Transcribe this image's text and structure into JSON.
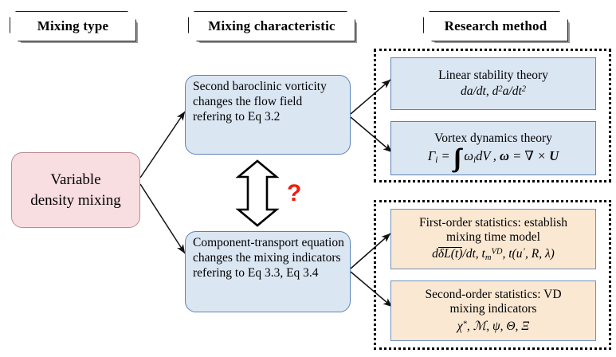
{
  "diagram": {
    "title": "Variable density mixing research framework",
    "colors": {
      "pink": "#f8dde1",
      "blue": "#dbe6f3",
      "peach": "#fbe8d3",
      "border_blue": "#5b82b5",
      "question_red": "#ef1c10",
      "frame_black": "#000000"
    }
  },
  "headers": [
    {
      "label": "Mixing type"
    },
    {
      "label": "Mixing characteristic"
    },
    {
      "label": "Research method"
    }
  ],
  "root": {
    "line1": "Variable",
    "line2": "density mixing"
  },
  "characteristics": [
    {
      "text": "Second baroclinic vorticity  changes the flow field refering to Eq 3.2"
    },
    {
      "text": "Component-transport equation changes the mixing indicators refering to Eq 3.3, Eq 3.4"
    }
  ],
  "link": {
    "symbol": "double-headed-vertical-arrow",
    "question_mark": "?"
  },
  "methods": {
    "group_top": [
      {
        "title": "Linear stability theory",
        "formula_plain": "da/dt, d2a/dt2"
      },
      {
        "title": "Vortex dynamics theory",
        "formula_plain": "Γi = ∭ ωi dV , ω = ∇ × U"
      }
    ],
    "group_bottom": [
      {
        "title_line1": "First-order statistics: establish",
        "title_line2": "mixing  time  model",
        "formula_plain": "dδL(t)̅/dt, tmVD, t(u', R, λ)"
      },
      {
        "title_line1": "Second-order statistics: VD",
        "title_line2": "mixing indicators",
        "formula_plain": "χ*, ℳ, ψ, Θ, Ξ"
      }
    ]
  }
}
